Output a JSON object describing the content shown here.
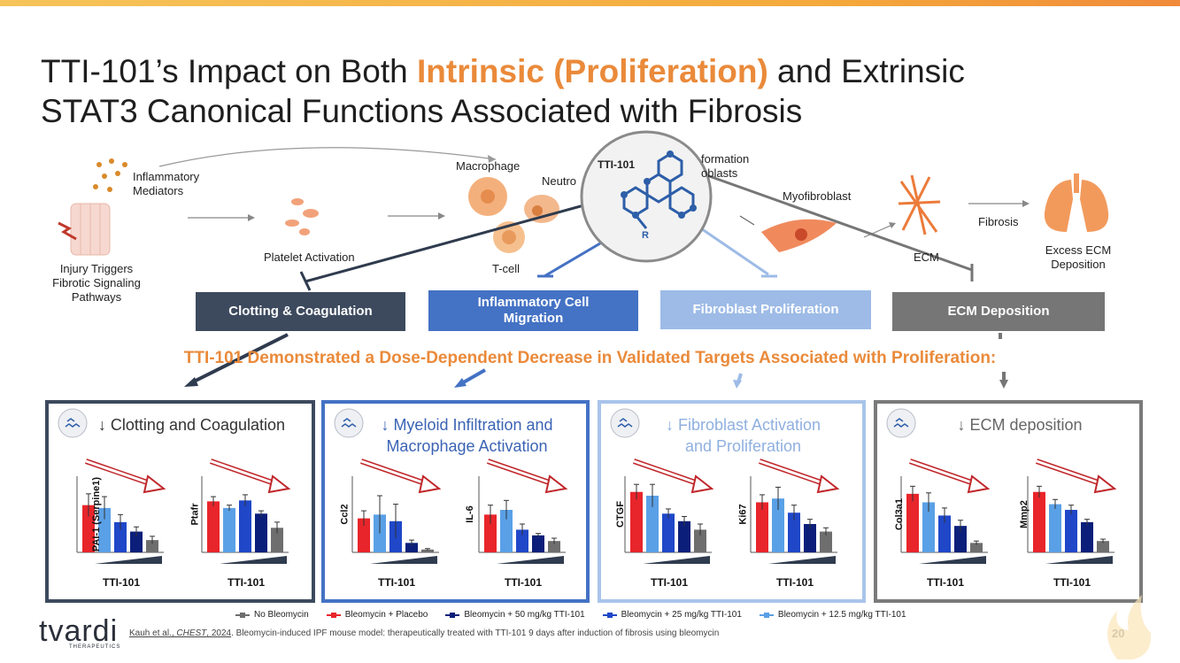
{
  "slide": {
    "title_line1_pre": "TTI-101’s Impact on Both ",
    "title_highlight": "Intrinsic (Proliferation)",
    "title_line1_post": " and Extrinsic",
    "title_line2": "STAT3 Canonical Functions Associated with Fibrosis",
    "headline": "TTI-101 Demonstrated a Dose-Dependent Decrease in Validated Targets Associated with Proliferation:",
    "page_number": "20"
  },
  "diagram": {
    "labels": {
      "inflammatory": "Inflammatory\nMediators",
      "injury": "Injury Triggers\nFibrotic Signaling\nPathways",
      "platelet": "Platelet Activation",
      "macrophage": "Macrophage",
      "neutrophil": "Neutro",
      "tcell": "T-cell",
      "transformation": "formation\noblasts",
      "myofibroblast": "Myofibroblast",
      "ecm": "ECM",
      "fibrosis": "Fibrosis",
      "excess": "Excess ECM\nDeposition",
      "drug": "TTI-101",
      "drug_r": "R"
    },
    "categories": [
      {
        "label": "Clotting & Coagulation",
        "color": "#3d4a5e"
      },
      {
        "label": "Inflammatory Cell\nMigration",
        "color": "#4472c4"
      },
      {
        "label": "Fibroblast Proliferation",
        "color": "#9dbbe6"
      },
      {
        "label": "ECM Deposition",
        "color": "#767676"
      }
    ]
  },
  "panels": [
    {
      "title": "↓ Clotting and Coagulation",
      "border": "#3d4a5e",
      "title_color": "#333333"
    },
    {
      "title": "↓ Myeloid Infiltration and\nMacrophage Activation",
      "border": "#4472c4",
      "title_color": "#3b64b4"
    },
    {
      "title": "↓ Fibroblast Activation\nand Proliferation",
      "border": "#a9c4ea",
      "title_color": "#8fb0e0"
    },
    {
      "title": "↓ ECM deposition",
      "border": "#7a7a7a",
      "title_color": "#666666"
    }
  ],
  "chart_data": [
    {
      "type": "bar",
      "ylabel": "PAI-1 (Serpine1)",
      "xlabel": "TTI-101",
      "series_colors": [
        "#e8252a",
        "#5aa0e6",
        "#1f47c8",
        "#0b1f7a",
        "#6e6e6e"
      ],
      "values": [
        50,
        47,
        32,
        22,
        13
      ],
      "errors": [
        12,
        12,
        8,
        5,
        4
      ]
    },
    {
      "type": "bar",
      "ylabel": "Ptafr",
      "xlabel": "TTI-101",
      "series_colors": [
        "#e8252a",
        "#5aa0e6",
        "#1f47c8",
        "#0b1f7a",
        "#6e6e6e"
      ],
      "values": [
        54,
        47,
        55,
        41,
        26
      ],
      "errors": [
        5,
        3,
        6,
        3,
        6
      ]
    },
    {
      "type": "bar",
      "ylabel": "Ccl2",
      "xlabel": "TTI-101",
      "series_colors": [
        "#e8252a",
        "#5aa0e6",
        "#1f47c8",
        "#0b1f7a",
        "#6e6e6e"
      ],
      "values": [
        36,
        40,
        33,
        10,
        3
      ],
      "errors": [
        8,
        20,
        18,
        3,
        1
      ]
    },
    {
      "type": "bar",
      "ylabel": "IL-6",
      "xlabel": "TTI-101",
      "series_colors": [
        "#e8252a",
        "#5aa0e6",
        "#1f47c8",
        "#0b1f7a",
        "#6e6e6e"
      ],
      "values": [
        40,
        45,
        24,
        18,
        12
      ],
      "errors": [
        10,
        10,
        6,
        2,
        3
      ]
    },
    {
      "type": "bar",
      "ylabel": "CTGF",
      "xlabel": "TTI-101",
      "series_colors": [
        "#e8252a",
        "#5aa0e6",
        "#1f47c8",
        "#0b1f7a",
        "#6e6e6e"
      ],
      "values": [
        64,
        60,
        41,
        33,
        24
      ],
      "errors": [
        8,
        12,
        5,
        5,
        6
      ]
    },
    {
      "type": "bar",
      "ylabel": "Ki67",
      "xlabel": "TTI-101",
      "series_colors": [
        "#e8252a",
        "#5aa0e6",
        "#1f47c8",
        "#0b1f7a",
        "#6e6e6e"
      ],
      "values": [
        53,
        57,
        42,
        30,
        22
      ],
      "errors": [
        8,
        12,
        8,
        5,
        4
      ]
    },
    {
      "type": "bar",
      "ylabel": "Col3a1",
      "xlabel": "TTI-101",
      "series_colors": [
        "#e8252a",
        "#5aa0e6",
        "#1f47c8",
        "#0b1f7a",
        "#6e6e6e"
      ],
      "values": [
        62,
        53,
        39,
        28,
        10
      ],
      "errors": [
        8,
        10,
        8,
        6,
        2
      ]
    },
    {
      "type": "bar",
      "ylabel": "Mmp2",
      "xlabel": "TTI-101",
      "series_colors": [
        "#e8252a",
        "#5aa0e6",
        "#1f47c8",
        "#0b1f7a",
        "#6e6e6e"
      ],
      "values": [
        64,
        51,
        45,
        32,
        12
      ],
      "errors": [
        6,
        5,
        5,
        3,
        2
      ]
    }
  ],
  "legend": [
    {
      "label": "No Bleomycin",
      "color": "#6e6e6e"
    },
    {
      "label": "Bleomycin + Placebo",
      "color": "#e8252a"
    },
    {
      "label": "Bleomycin + 50 mg/kg TTI-101",
      "color": "#0b1f7a"
    },
    {
      "label": "Bleomycin + 25 mg/kg TTI-101",
      "color": "#1f47c8"
    },
    {
      "label": "Bleomycin + 12.5 mg/kg TTI-101",
      "color": "#5aa0e6"
    }
  ],
  "citation": {
    "author": "Kauh et al., ",
    "journal": "CHEST",
    "year": ", 2024",
    "text": ". Bleomycin-induced IPF mouse model: therapeutically treated with TTI-101 9 days after induction of fibrosis using bleomycin"
  },
  "logo": {
    "name": "tvardi",
    "sub": "THERAPEUTICS"
  }
}
